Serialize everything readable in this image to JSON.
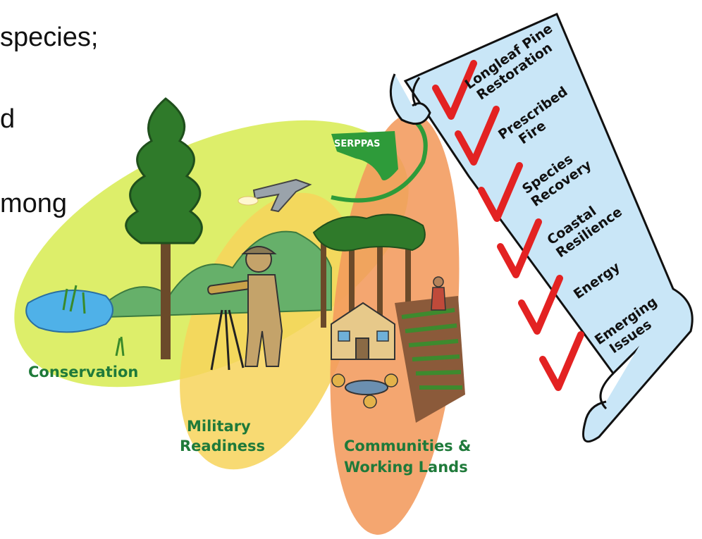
{
  "slide_text": {
    "line1": "species;",
    "line2": "d",
    "line3": "mong"
  },
  "diagram": {
    "logo_text": "SERPPAS",
    "circles": {
      "conservation": "Conservation",
      "military_line1": "Military",
      "military_line2": "Readiness",
      "communities_line1": "Communities &",
      "communities_line2": "Working Lands"
    },
    "scroll_items": [
      {
        "line1": "Longleaf Pine",
        "line2": "Restoration"
      },
      {
        "line1": "Prescribed",
        "line2": "Fire"
      },
      {
        "line1": "Species",
        "line2": "Recovery"
      },
      {
        "line1": "Coastal",
        "line2": "Resilience"
      },
      {
        "line1": "Energy",
        "line2": ""
      },
      {
        "line1": "Emerging",
        "line2": "Issues"
      }
    ],
    "colors": {
      "conservation": "#d9ec5a",
      "military": "#f7d35a",
      "communities": "#f39a5c",
      "scroll_paper": "#c9e6f7",
      "checkmark": "#e32222",
      "label_green": "#1f7a3a"
    }
  }
}
